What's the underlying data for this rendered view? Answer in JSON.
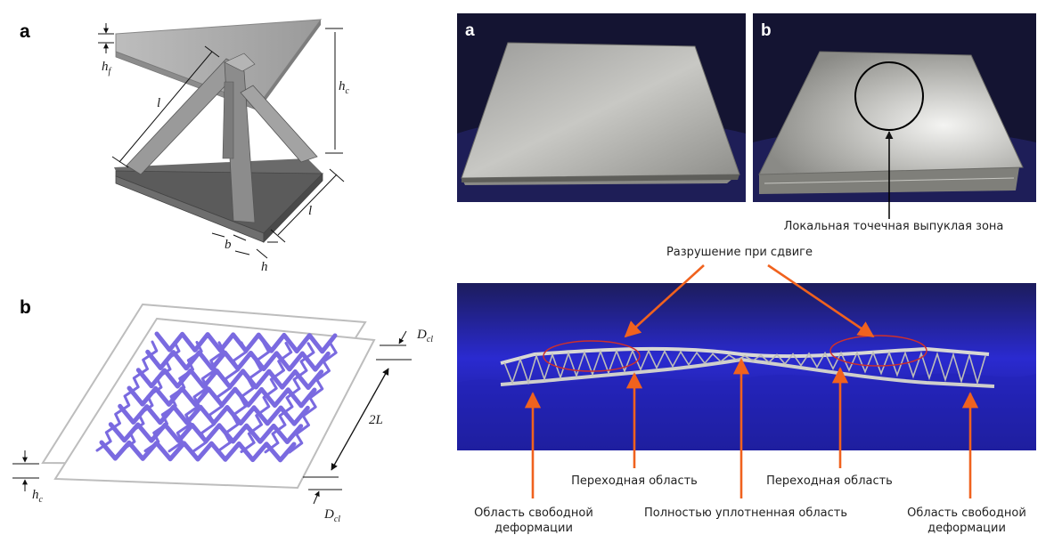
{
  "colors": {
    "arrow_orange": "#f0621e",
    "lattice_purple": "#7a6ae0",
    "photo_bg": "#1a1a4a",
    "ellipse_red": "#d0302a"
  },
  "left_panel": {
    "a_letter": "a",
    "b_letter": "b",
    "labels": {
      "hf": "h",
      "hf_sub": "f",
      "hc_top": "h",
      "hc_top_sub": "c",
      "l_strut": "l",
      "l_base": "l",
      "b_dim": "b",
      "h_dim": "h",
      "dcl_top": "D",
      "dcl_top_sub": "cl",
      "two_l": "2L",
      "hc_bottom": "h",
      "hc_bottom_sub": "c",
      "dcl_bottom": "D",
      "dcl_bottom_sub": "cl"
    }
  },
  "right_panel": {
    "photo_a_letter": "a",
    "photo_b_letter": "b",
    "local_zone_label": "Локальная точечная выпуклая зона",
    "shear_failure_label": "Разрушение при сдвиге",
    "transition_left": "Переходная область",
    "transition_right": "Переходная область",
    "compacted_center": "Полностью уплотненная область",
    "free_left_line1": "Область свободной",
    "free_left_line2": "деформации",
    "free_right_line1": "Область свободной",
    "free_right_line2": "деформации"
  }
}
